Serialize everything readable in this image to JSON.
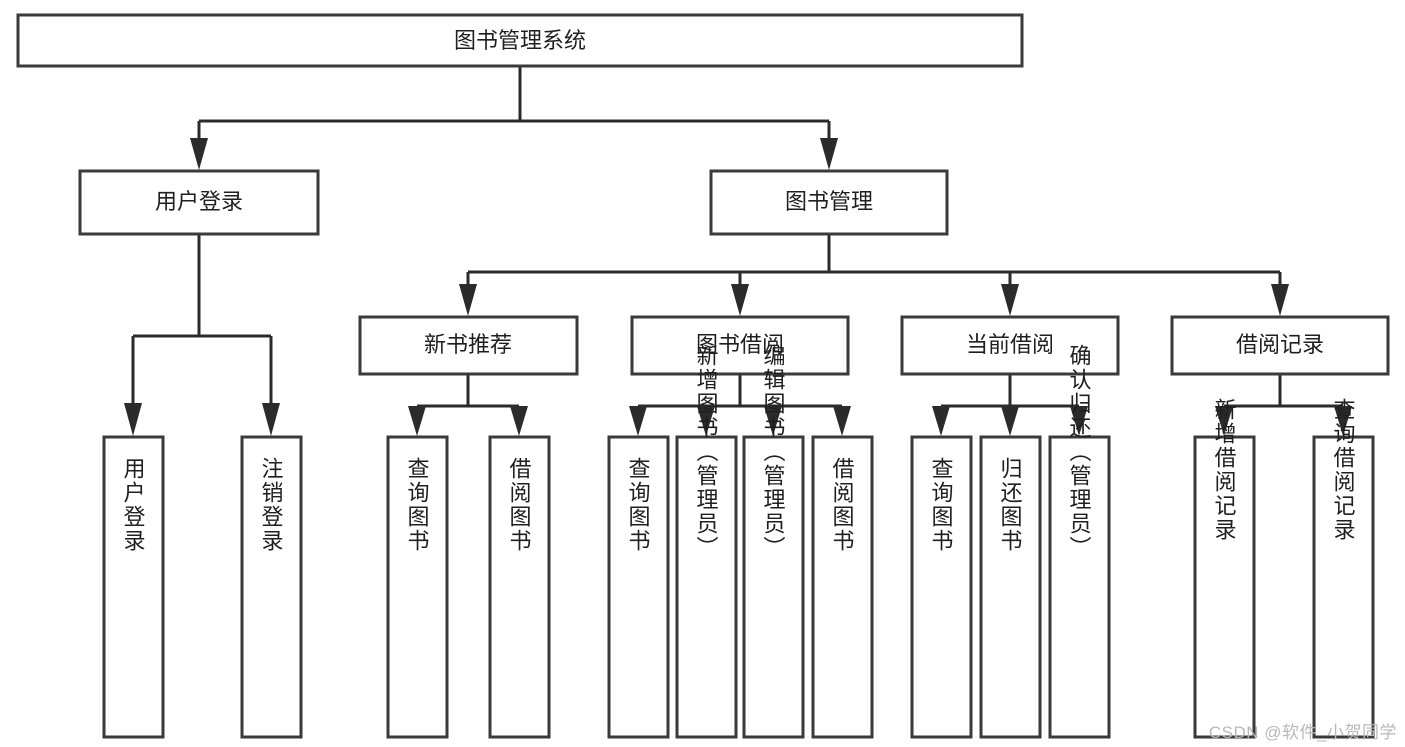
{
  "diagram": {
    "type": "tree-hierarchy",
    "title": "图书管理系统",
    "background_color": "#ffffff",
    "box_stroke_color": "#3a3a3a",
    "connector_color": "#2b2b2b",
    "text_color": "#1f1f1f",
    "root": {
      "id": "root",
      "label": "图书管理系统",
      "orientation": "horizontal"
    },
    "level2": [
      {
        "id": "user-login",
        "label": "用户登录",
        "orientation": "horizontal"
      },
      {
        "id": "book-manage",
        "label": "图书管理",
        "orientation": "horizontal"
      }
    ],
    "level3": [
      {
        "id": "new-book-recommend",
        "label": "新书推荐",
        "orientation": "horizontal",
        "parent": "book-manage"
      },
      {
        "id": "book-borrow",
        "label": "图书借阅",
        "orientation": "horizontal",
        "parent": "book-manage"
      },
      {
        "id": "current-borrow",
        "label": "当前借阅",
        "orientation": "horizontal",
        "parent": "book-manage"
      },
      {
        "id": "borrow-record",
        "label": "借阅记录",
        "orientation": "horizontal",
        "parent": "book-manage"
      }
    ],
    "leaves": [
      {
        "id": "leaf-user-login",
        "label": "用户登录",
        "parent": "user-login",
        "orientation": "vertical"
      },
      {
        "id": "leaf-logout-login",
        "label": "注销登录",
        "parent": "user-login",
        "orientation": "vertical"
      },
      {
        "id": "leaf-query-book-1",
        "label": "查询图书",
        "parent": "new-book-recommend",
        "orientation": "vertical"
      },
      {
        "id": "leaf-borrow-book-1",
        "label": "借阅图书",
        "parent": "new-book-recommend",
        "orientation": "vertical"
      },
      {
        "id": "leaf-query-book-2",
        "label": "查询图书",
        "parent": "book-borrow",
        "orientation": "vertical"
      },
      {
        "id": "leaf-add-book",
        "label": "新增图书（管理员）",
        "parent": "book-borrow",
        "orientation": "vertical"
      },
      {
        "id": "leaf-edit-book",
        "label": "编辑图书（管理员）",
        "parent": "book-borrow",
        "orientation": "vertical"
      },
      {
        "id": "leaf-borrow-book-2",
        "label": "借阅图书",
        "parent": "book-borrow",
        "orientation": "vertical"
      },
      {
        "id": "leaf-query-book-3",
        "label": "查询图书",
        "parent": "current-borrow",
        "orientation": "vertical"
      },
      {
        "id": "leaf-return-book",
        "label": "归还图书",
        "parent": "current-borrow",
        "orientation": "vertical"
      },
      {
        "id": "leaf-confirm-return",
        "label": "确认归还（管理员）",
        "parent": "current-borrow",
        "orientation": "vertical"
      },
      {
        "id": "leaf-add-record",
        "label": "新增借阅记录",
        "parent": "borrow-record",
        "orientation": "vertical"
      },
      {
        "id": "leaf-query-record",
        "label": "查询借阅记录",
        "parent": "borrow-record",
        "orientation": "vertical"
      }
    ]
  },
  "watermark": {
    "text": "CSDN @软件_小贺同学",
    "color": "#b9b9b9"
  }
}
